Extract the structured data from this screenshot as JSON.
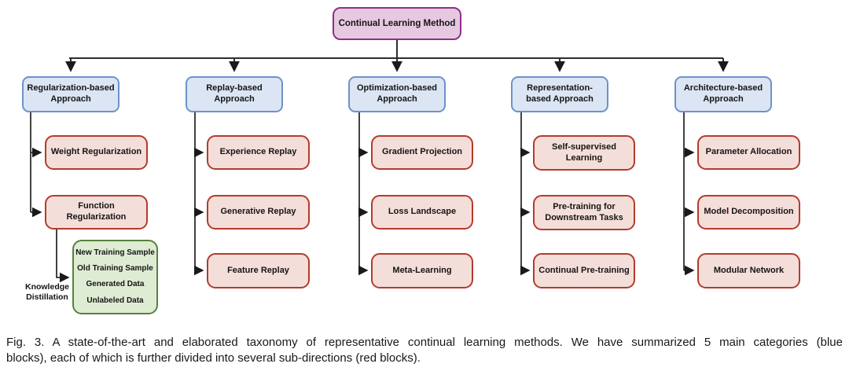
{
  "figure": {
    "root_label": "Continual Learning Method",
    "branches": [
      {
        "label": "Regularization-based Approach",
        "children": [
          "Weight Regularization",
          "Function Regularization"
        ]
      },
      {
        "label": "Replay-based Approach",
        "children": [
          "Experience Replay",
          "Generative Replay",
          "Feature Replay"
        ]
      },
      {
        "label": "Optimization-based Approach",
        "children": [
          "Gradient Projection",
          "Loss Landscape",
          "Meta-Learning"
        ]
      },
      {
        "label": "Representation-based Approach",
        "children": [
          "Self-supervised Learning",
          "Pre-training for Downstream Tasks",
          "Continual Pre-training"
        ]
      },
      {
        "label": "Architecture-based Approach",
        "children": [
          "Parameter Allocation",
          "Model Decomposition",
          "Modular Network"
        ]
      }
    ],
    "knowledge_distillation": {
      "label": "Knowledge Distillation",
      "items": [
        "New Training Sample",
        "Old Training Sample",
        "Generated Data",
        "Unlabeled Data"
      ]
    },
    "colors": {
      "root-fill": "#e6c9e1",
      "root-border": "#8f2f88",
      "blue-fill": "#dbe5f3",
      "blue-border": "#6c93c9",
      "red-fill": "#f4ded9",
      "red-border": "#b23c2e",
      "green-fill": "#dfecd4",
      "green-border": "#55823e",
      "line": "#2e2e2e"
    }
  },
  "caption": {
    "line1": "Fig. 3. A state-of-the-art and elaborated taxonomy of representative continual learning methods. We have summarized 5 main categories (blue",
    "line2": "blocks), each of which is further divided into several sub-directions (red blocks)."
  }
}
